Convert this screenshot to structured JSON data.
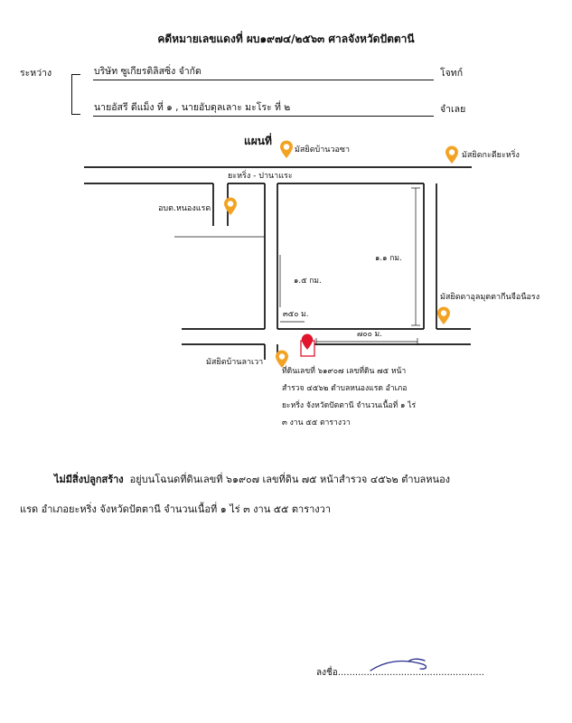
{
  "header": {
    "title": "คดีหมายเลขแดงที่ ผบ๑๙๗๔/๒๕๖๓ ศาลจังหวัดปัตตานี"
  },
  "parties": {
    "between_label": "ระหว่าง",
    "plaintiff_name": "บริษัท ซูเกียรติลิสซิ่ง จำกัด",
    "plaintiff_role": "โจทก์",
    "defendant_name": "นายอัสรี ดีแม็ง ที่ ๑ , นายอับดุลเลาะ มะโระ ที่ ๒",
    "defendant_role": "จำเลย"
  },
  "map": {
    "heading": "แผนที่",
    "road_name": "ยะหริ่ง - ปานาแระ",
    "landmarks": {
      "mosque_north": "มัสยิดบ้านวอซา",
      "mosque_east_top": "มัสยิดกะดียะหริ่ง",
      "office": "อบต.หนองแรด",
      "mosque_east": "มัสยิดดาอุลมุตตากีนจือนือรง",
      "mosque_south": "มัสยิดบ้านลาเวา"
    },
    "distances": {
      "d_1_1_km": "๑.๑ กม.",
      "d_1_5_km": "๑.๕ กม.",
      "d_350_m": "๓๕๐ ม.",
      "d_700_m": "๗๐๐ ม."
    },
    "plot_note": [
      "ที่ดินเลขที่ ๖๑๙๐๗ เลขที่ดิน ๗๕ หน้า",
      "สำรวจ ๔๕๖๒ ตำบลหนองแรด อำเภอ",
      "ยะหริ่ง จังหวัดปัตตานี จำนวนเนื้อที่ ๑ ไร่",
      "๓ งาน ๕๕ ตารางวา"
    ]
  },
  "body": {
    "bold_prefix": "ไม่มีสิ่งปลูกสร้าง",
    "line1_rest": "  อยู่บนโฉนดที่ดินเลขที่ ๖๑๙๐๗ เลขที่ดิน ๗๕ หน้าสำรวจ ๔๕๖๒ ตำบลหนอง",
    "line2": "แรด อำเภอยะหริ่ง จังหวัดปัตตานี จำนวนเนื้อที่ ๑ ไร่ ๓ งาน ๕๕ ตารางวา"
  },
  "signature": {
    "label": "ลงชื่อ",
    "dots": "..................................................."
  },
  "colors": {
    "pin_orange": "#f2a324",
    "marker_red": "#e0142c",
    "plot_outline": "#e0142c",
    "ink": "#111111",
    "signature_ink": "#2a2f8c"
  }
}
